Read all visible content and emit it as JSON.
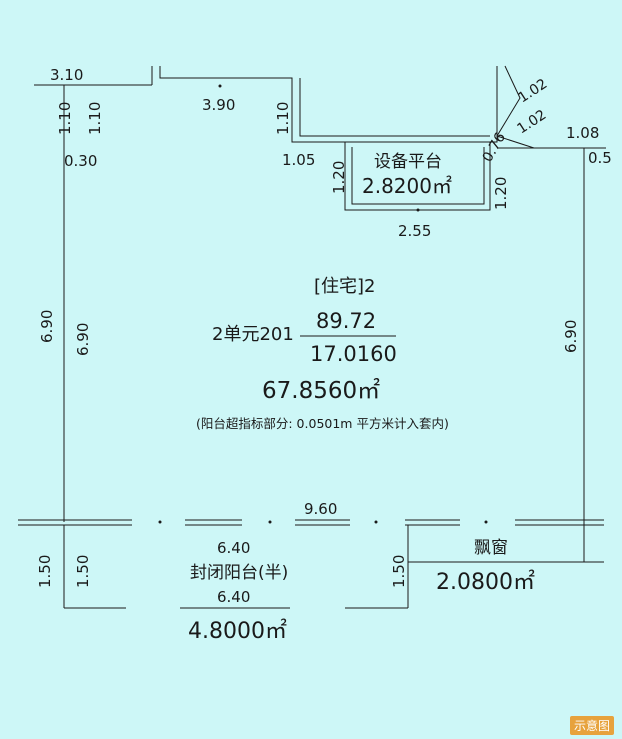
{
  "colors": {
    "background": "#cdf7f7",
    "line": "#1a1a1a",
    "badge": "#e7a23c"
  },
  "dimensions": {
    "top_left_310": "3.10",
    "wall_left_110_a": "1.10",
    "wall_left_110_b": "1.10",
    "left_030": "0.30",
    "top_390": "3.90",
    "mid_110": "1.10",
    "step_105": "1.05",
    "left_120": "1.20",
    "right_120": "1.20",
    "bottom_255": "2.55",
    "diag_076": "0.76",
    "diag_102_a": "1.02",
    "diag_102_b": "1.02",
    "right_108": "1.08",
    "right_cut_05": "0.5",
    "left_690_a": "6.90",
    "left_690_b": "6.90",
    "right_690": "6.90",
    "width_960": "9.60",
    "balcony_150_a": "1.50",
    "balcony_150_b": "1.50",
    "balcony_150_c": "1.50",
    "balcony_640_top": "6.40",
    "balcony_640_bottom": "6.40"
  },
  "rooms": {
    "equipment": {
      "name": "设备平台",
      "area": "2.8200㎡"
    },
    "main": {
      "type": "[住宅]2",
      "unit": "2单元201",
      "build_area": "89.72",
      "shared_area": "17.0160",
      "area": "67.8560㎡",
      "note": "(阳台超指标部分: 0.0501m 平方米计入套内)"
    },
    "balcony": {
      "name": "封闭阳台(半)",
      "area": "4.8000㎡"
    },
    "bay_window": {
      "name": "飘窗",
      "area": "2.0800㎡"
    }
  },
  "badge": "示意图"
}
